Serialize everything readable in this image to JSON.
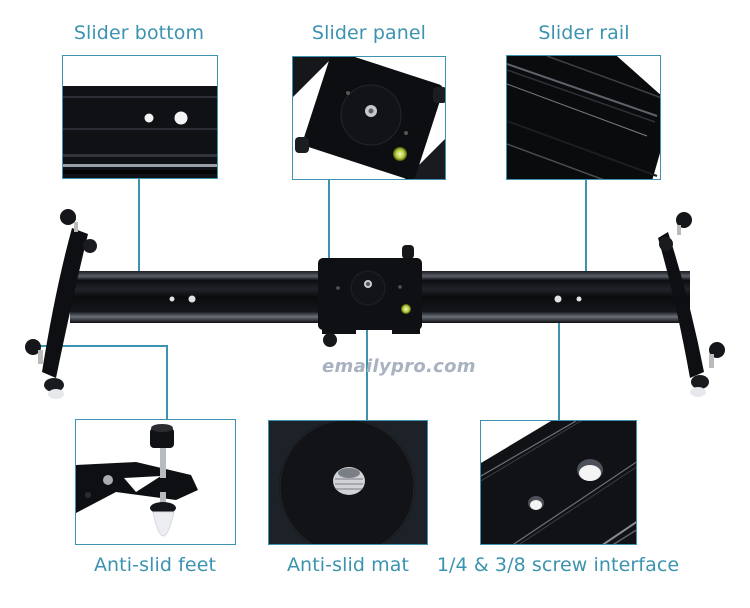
{
  "callouts": {
    "slider_bottom": {
      "label": "Slider bottom"
    },
    "slider_panel": {
      "label": "Slider panel"
    },
    "slider_rail": {
      "label": "Slider rail"
    },
    "anti_slid_feet": {
      "label": "Anti-slid feet"
    },
    "anti_slid_mat": {
      "label": "Anti-slid mat"
    },
    "screw_interface": {
      "label": "1/4 & 3/8  screw interface"
    }
  },
  "watermark": "emailypro.com",
  "colors": {
    "accent": "#3b93b0",
    "product": "#0e0f12",
    "watermark": "#a9b2c0",
    "bubble_level": "#b8cc3a"
  }
}
